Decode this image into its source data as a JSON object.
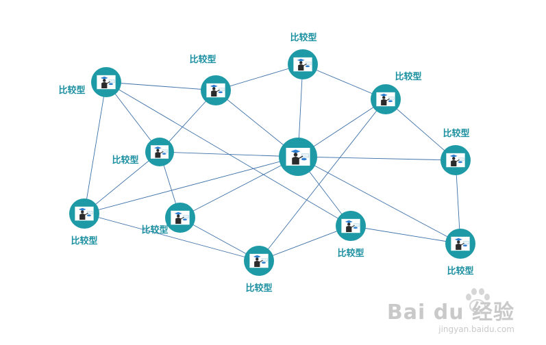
{
  "diagram": {
    "node_label": "比较型",
    "node_icon": "teacher-at-board-icon",
    "colors": {
      "node_fill": "#1e9aa6",
      "edge": "#3b6fa8",
      "label": "#1a8fa0",
      "screen_fill": "#ffffff",
      "person": "#2b2b2b",
      "hat": "#2f7fd0"
    },
    "nodes": [
      {
        "id": "n1",
        "label": "比较型",
        "label_pos": "left"
      },
      {
        "id": "n2",
        "label": "比较型",
        "label_pos": "top-left"
      },
      {
        "id": "n3",
        "label": "比较型",
        "label_pos": "top"
      },
      {
        "id": "n4",
        "label": "比较型",
        "label_pos": "top-right"
      },
      {
        "id": "n5",
        "label": "比较型",
        "label_pos": "left"
      },
      {
        "id": "n6",
        "label": "",
        "label_pos": "none"
      },
      {
        "id": "n7",
        "label": "比较型",
        "label_pos": "top"
      },
      {
        "id": "n8",
        "label": "比较型",
        "label_pos": "bottom"
      },
      {
        "id": "n9",
        "label": "比较型",
        "label_pos": "bottom-left"
      },
      {
        "id": "n10",
        "label": "比较型",
        "label_pos": "bottom"
      },
      {
        "id": "n11",
        "label": "比较型",
        "label_pos": "bottom"
      },
      {
        "id": "n12",
        "label": "比较型",
        "label_pos": "bottom"
      }
    ],
    "edges": [
      [
        "n1",
        "n2"
      ],
      [
        "n1",
        "n5"
      ],
      [
        "n1",
        "n8"
      ],
      [
        "n1",
        "n10"
      ],
      [
        "n2",
        "n3"
      ],
      [
        "n2",
        "n5"
      ],
      [
        "n2",
        "n6"
      ],
      [
        "n3",
        "n4"
      ],
      [
        "n3",
        "n6"
      ],
      [
        "n4",
        "n6"
      ],
      [
        "n4",
        "n7"
      ],
      [
        "n4",
        "n11"
      ],
      [
        "n5",
        "n6"
      ],
      [
        "n5",
        "n8"
      ],
      [
        "n5",
        "n9"
      ],
      [
        "n6",
        "n7"
      ],
      [
        "n6",
        "n8"
      ],
      [
        "n6",
        "n9"
      ],
      [
        "n6",
        "n10"
      ],
      [
        "n6",
        "n12"
      ],
      [
        "n7",
        "n12"
      ],
      [
        "n8",
        "n11"
      ],
      [
        "n9",
        "n11"
      ],
      [
        "n10",
        "n11"
      ],
      [
        "n10",
        "n12"
      ]
    ]
  },
  "watermark": {
    "brand": "Bai du 经验",
    "url": "jingyan.baidu.com"
  }
}
